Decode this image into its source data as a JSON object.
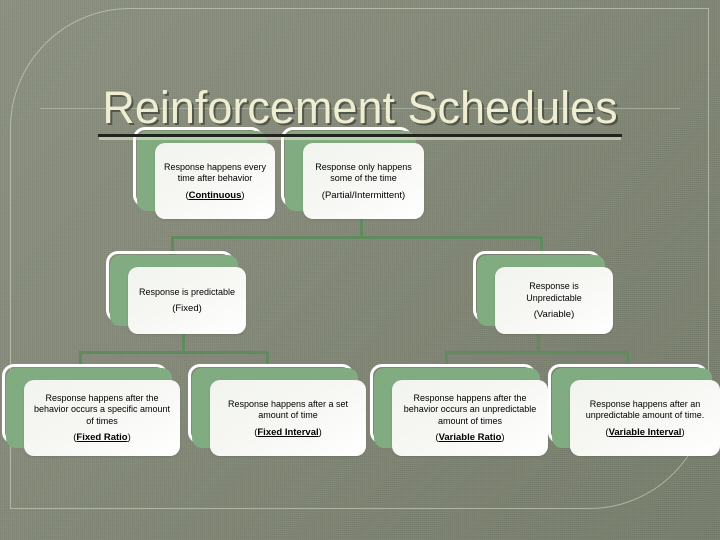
{
  "slide": {
    "title": "Reinforcement Schedules",
    "accent_green": "#81ab81",
    "connector_green": "#5f8b5f",
    "background_olive": "#858a79",
    "title_color": "#efeed3"
  },
  "nodes": {
    "continuous": {
      "body": "Response happens every time after behavior",
      "label_open": "(",
      "label_keyword": "Continuous",
      "label_close": ")"
    },
    "partial": {
      "body": "Response only happens some of the time",
      "label_open": "(",
      "label_keyword": "Partial/Intermittent",
      "label_close": ")"
    },
    "fixed": {
      "body": "Response is predictable",
      "label_open": "(",
      "label_keyword": "Fixed",
      "label_close": ")"
    },
    "variable": {
      "body": "Response is Unpredictable",
      "label_open": "(",
      "label_keyword": "Variable",
      "label_close": ")"
    },
    "fixed_ratio": {
      "body": "Response happens after the behavior occurs a specific amount of times",
      "label_open": "(",
      "label_keyword": "Fixed Ratio",
      "label_close": ")"
    },
    "fixed_interval": {
      "body": "Response happens after a set amount of time",
      "label_open": "(",
      "label_keyword": "Fixed Interval",
      "label_close": ")"
    },
    "variable_ratio": {
      "body": "Response happens after the behavior occurs an unpredictable amount of times",
      "label_open": "(",
      "label_keyword": "Variable Ratio",
      "label_close": ")"
    },
    "variable_interval": {
      "body": "Response happens after an unpredictable amount of time.",
      "label_open": "(",
      "label_keyword": "Variable Interval",
      "label_close": ")"
    }
  }
}
